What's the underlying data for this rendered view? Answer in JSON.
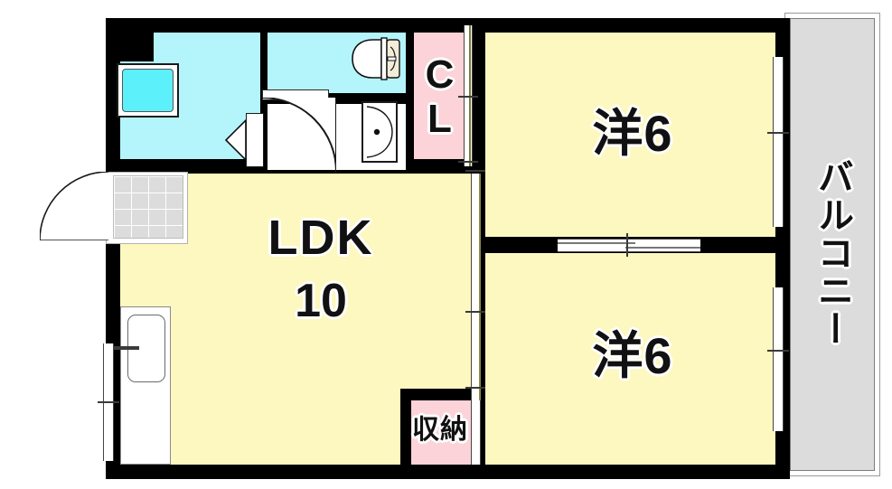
{
  "plan": {
    "type": "japanese-apartment-floor-plan",
    "layout_code": "2LDK",
    "rooms": [
      {
        "id": "ldk",
        "label": "LDK",
        "size": "10",
        "unit": "jo",
        "fill": "#fcf8bf"
      },
      {
        "id": "bedroom-ne",
        "label": "洋6",
        "size": "6",
        "unit": "jo",
        "fill": "#fcf8bf"
      },
      {
        "id": "bedroom-se",
        "label": "洋6",
        "size": "6",
        "unit": "jo",
        "fill": "#fcf8bf"
      },
      {
        "id": "closet-cl",
        "label": "CL",
        "size": "",
        "unit": "",
        "fill": "#fbd3d8"
      },
      {
        "id": "storage",
        "label": "収納",
        "size": "",
        "unit": "",
        "fill": "#fbd3d8"
      },
      {
        "id": "balcony",
        "label": "バルコニー",
        "size": "",
        "unit": "",
        "fill": "#dcdcdc"
      }
    ],
    "labels": {
      "ldk_name": "LDK",
      "ldk_size": "10",
      "room_ne": "洋6",
      "room_se": "洋6",
      "closet": "CL",
      "storage": "収納",
      "balcony": "バルコニー"
    },
    "colors": {
      "wall": "#000000",
      "room_yellow": "#fcf8bf",
      "bath_cyan": "#b4f5fb",
      "tub_cyan": "#5cf0fb",
      "closet_pink": "#fbd3d8",
      "balcony_gray": "#dcdcdc",
      "white": "#ffffff"
    },
    "fixtures": [
      {
        "name": "bathtub",
        "room": "bathroom"
      },
      {
        "name": "toilet",
        "room": "toilet"
      },
      {
        "name": "washbasin",
        "room": "washroom"
      },
      {
        "name": "kitchen-sink",
        "room": "ldk"
      },
      {
        "name": "entrance-door",
        "room": "genkan"
      },
      {
        "name": "genkan-tile",
        "room": "genkan"
      }
    ],
    "openings": [
      {
        "name": "entrance-swing-door",
        "type": "swing"
      },
      {
        "name": "ldk-hall-swing-door",
        "type": "swing"
      },
      {
        "name": "bathroom-folding-door",
        "type": "folding"
      },
      {
        "name": "cl-sliding-door",
        "type": "sliding"
      },
      {
        "name": "ldk-bedroom-sliding-door",
        "type": "sliding"
      },
      {
        "name": "bedroom-divider-sliding-door",
        "type": "sliding"
      },
      {
        "name": "balcony-window-north",
        "type": "window"
      },
      {
        "name": "balcony-window-south",
        "type": "window"
      },
      {
        "name": "kitchen-window",
        "type": "window"
      }
    ]
  }
}
